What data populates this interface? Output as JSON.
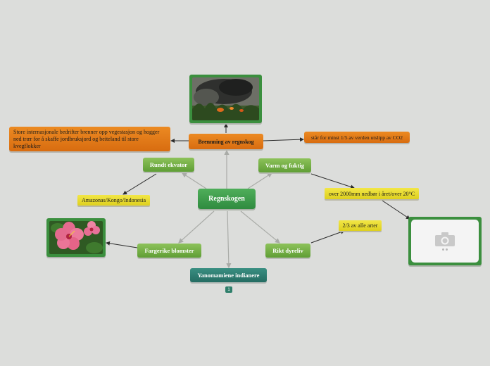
{
  "root": {
    "label": "Regnskogen"
  },
  "branches": {
    "brenning": "Brennning av regnskog",
    "rundt_ekvator": "Rundt ekvator",
    "varm_fuktig": "Varm og fuktig",
    "fargerike": "Fargerike blomster",
    "rikt_dyreliv": "Rikt dyreliv",
    "yanomamiene": "Yanomamiene indianere"
  },
  "notes": {
    "bedrifter": "Store internasjonale bedrifter brenner opp vegestasjon og hogger ned trær for å skaffe jordbruksjord og beiteland til store kvegflokker",
    "co2": "står for minst 1/5 av verden utslipp av CO2",
    "amazonas": "Amazonas/Kongo/Indonesia",
    "nedbor": "over 2000mm nedbør i året/over 20°C",
    "arter": "2/3 av alle arter"
  },
  "images": {
    "fire": "forest-fire-photo",
    "flower": "hibiscus-flower-photo",
    "empty": "camera-icon"
  },
  "badge_count": "1",
  "colors": {
    "background": "#dcdddb",
    "green": "#6eab42",
    "root": "#389349",
    "teal": "#2d7d71",
    "orange": "#e27a17",
    "yellow": "#ebdd34",
    "frame": "#3b8f3e"
  }
}
